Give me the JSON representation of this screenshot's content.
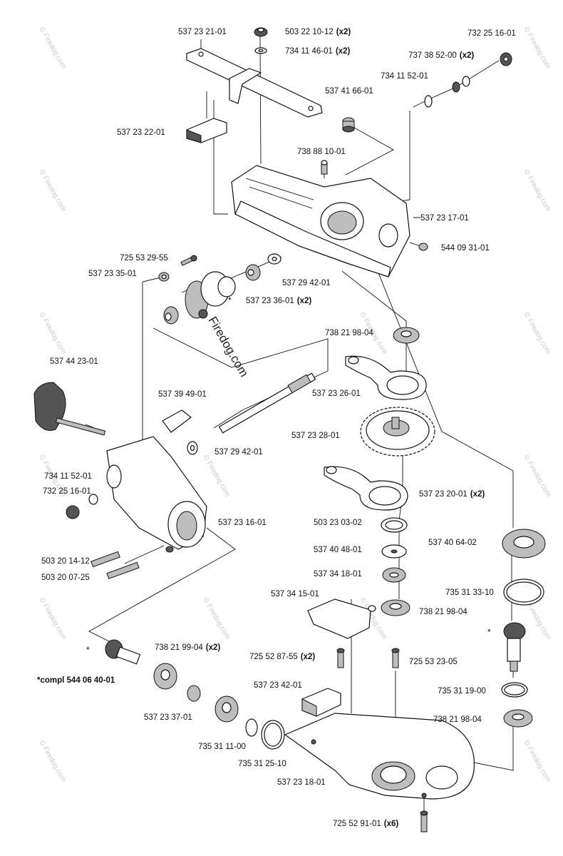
{
  "labels": {
    "l1": "537 23 21-01",
    "l2": "503 22 10-12",
    "l3": "734 11 46-01",
    "l4": "732 25 16-01",
    "l5": "737 38 52-00",
    "l6": "734 11 52-01",
    "l7": "537 41 66-01",
    "l8": "537 23 22-01",
    "l9": "738 88 10-01",
    "l10": "537 23 17-01",
    "l11": "544 09 31-01",
    "l12": "725 53 29-55",
    "l13": "537 23 35-01",
    "l14": "537 29 42-01",
    "l15": "537 23 36-01",
    "l16": "738 21 98-04",
    "l17": "537 44 23-01",
    "l18": "537 23 26-01",
    "l19": "537 39 49-01",
    "l20": "537 23 28-01",
    "l21": "537 29 42-01",
    "l22": "734 11 52-01",
    "l23": "732 25 16-01",
    "l24": "537 23 20-01",
    "l25": "537 23 16-01",
    "l26": "503 23 03-02",
    "l27": "537 40 48-01",
    "l28": "537 40 64-02",
    "l29": "503 20 14-12",
    "l30": "503 20 07-25",
    "l31": "537 34 18-01",
    "l32": "537 34 15-01",
    "l33": "735 31 33-10",
    "l34": "738 21 98-04",
    "l35": "738 21 99-04",
    "l36": "725 52 87-55",
    "l37": "725 53 23-05",
    "l38": "*compl 544 06 40-01",
    "l39": "537 23 42-01",
    "l40": "735 31 19-00",
    "l41": "537 23 37-01",
    "l42": "738 21 98-04",
    "l43": "735 31 11-00",
    "l44": "735 31 25-10",
    "l45": "537 23 18-01",
    "l46": "725 52 91-01"
  },
  "quantities": {
    "x2": "(x2)",
    "x6": "(x6)"
  },
  "markers": {
    "star": "*"
  },
  "watermark": {
    "text": "© Firedog.com",
    "center_text": "Firedog.com"
  }
}
